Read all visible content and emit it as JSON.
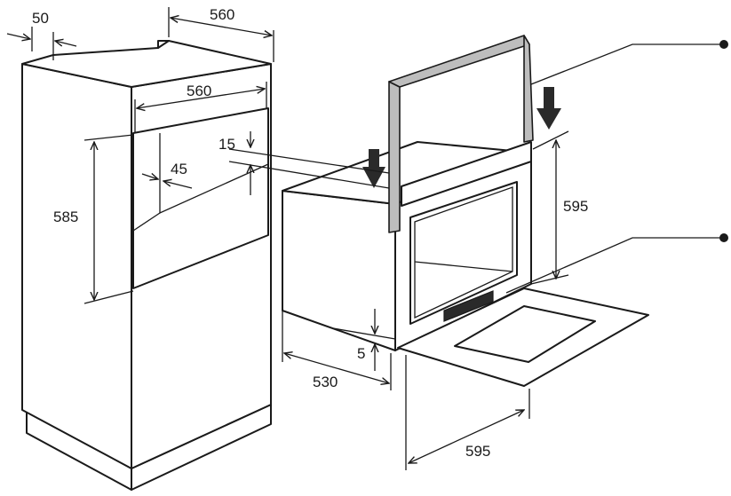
{
  "dimensions": {
    "cabinet_top_depth": "50",
    "cabinet_top_width": "560",
    "niche_width": "560",
    "niche_height": "585",
    "niche_side_offset": "45",
    "frame_gap": "15",
    "oven_height": "595",
    "oven_depth": "530",
    "bottom_gap": "5",
    "oven_width": "595"
  },
  "colors": {
    "line": "#1a1a1a",
    "frame": "#bdbdbd",
    "background": "#ffffff"
  },
  "icons": [
    "arrow-down-icon",
    "arrow-down-icon",
    "callout-dot",
    "callout-dot"
  ]
}
